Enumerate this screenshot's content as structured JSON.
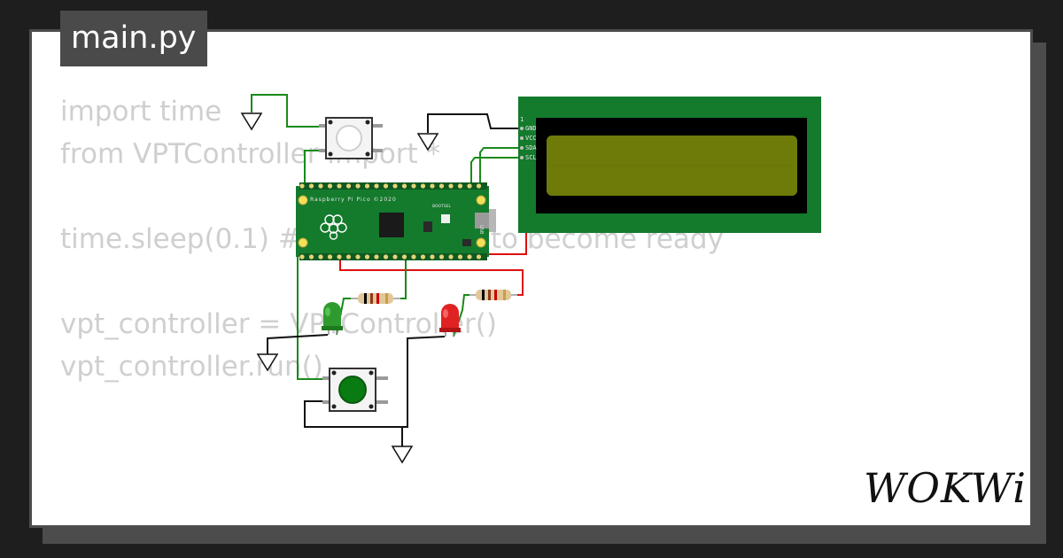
{
  "file_tab": {
    "label": "main.py"
  },
  "code_lines": [
    "import time",
    "from VPTController import *",
    "",
    "time.sleep(0.1) # Wait for USB to become ready",
    "",
    "vpt_controller = VPTController()",
    "vpt_controller.run()"
  ],
  "pico": {
    "label": "Raspberry Pi Pico ©2020",
    "bootsel_label": "BOOTSEL",
    "usb_label": "USB"
  },
  "lcd": {
    "pins": [
      "GND",
      "VCC",
      "SDA",
      "SCL"
    ],
    "pin_index_label": "1",
    "backlight_color": "#6f7b09"
  },
  "colors": {
    "wire_green": "#1a8a1a",
    "wire_red": "#e01010",
    "wire_black": "#111111",
    "board_green": "#147a2c"
  },
  "brand": {
    "logo": "WOKWi"
  }
}
